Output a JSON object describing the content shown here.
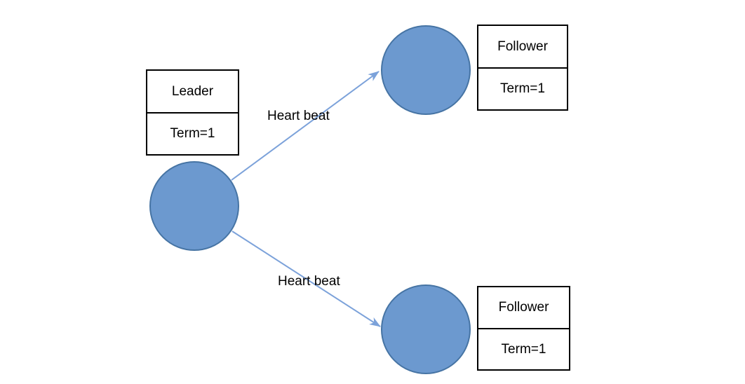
{
  "nodes": {
    "leader": {
      "role": "Leader",
      "term": "Term=1"
    },
    "follower_top": {
      "role": "Follower",
      "term": "Term=1"
    },
    "follower_bottom": {
      "role": "Follower",
      "term": "Term=1"
    }
  },
  "edges": {
    "top": {
      "label": "Heart beat"
    },
    "bottom": {
      "label": "Heart beat"
    }
  },
  "colors": {
    "background": "#ffffff",
    "node_fill": "#6C99CF",
    "node_stroke": "#4674A4",
    "arrow": "#7CA2DA",
    "box_border": "#000000",
    "box_fill": "#ffffff",
    "text": "#000000"
  }
}
